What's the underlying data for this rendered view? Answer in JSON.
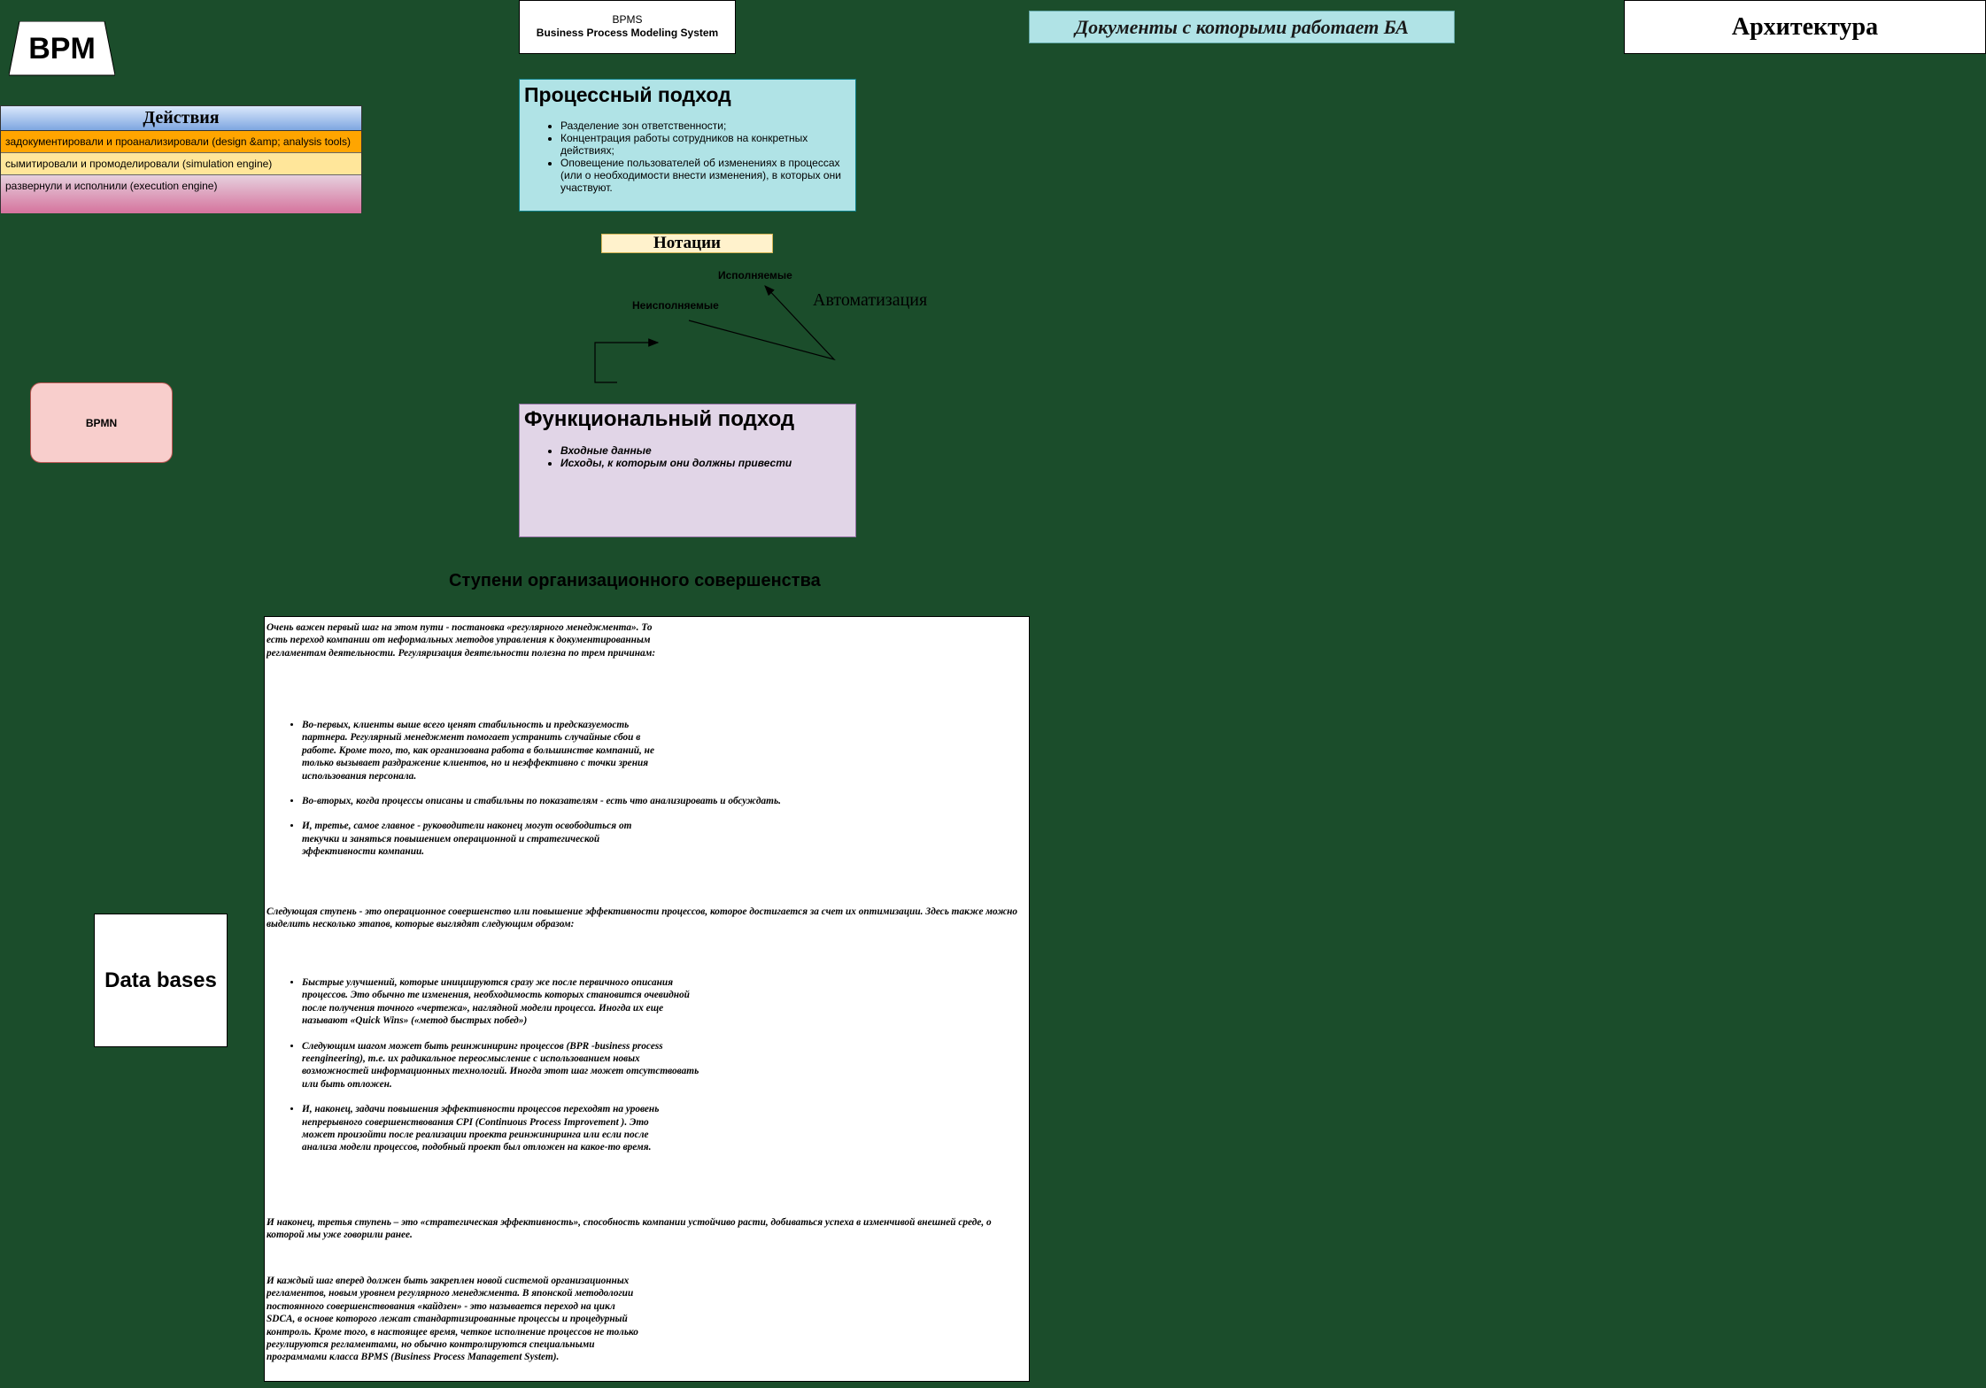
{
  "bpm": {
    "label": "BPM"
  },
  "actions": {
    "title": "Действия",
    "items": [
      "задокументировали и проанализировали (design &amp; analysis tools)",
      "сымитировали и промоделировали (simulation engine)",
      "развернули и исполнили (execution engine)"
    ]
  },
  "bpms": {
    "abbr": "BPMS",
    "full": "Business Process Modeling System"
  },
  "docs": {
    "title": "Документы с которыми работает БА"
  },
  "architecture": {
    "title": "Архитектура"
  },
  "process_approach": {
    "title": "Процессный подход",
    "bullets": [
      "Разделение зон ответственности;",
      "Концентрация работы сотрудников на конкретных действиях;",
      "Оповещение пользователей об изменениях в процессах (или о необходимости внести изменения), в которых они участвуют."
    ]
  },
  "notations": {
    "title": "Нотации",
    "executable": "Исполняемые",
    "non_executable": "Неисполняемые",
    "automation": "Автоматизация"
  },
  "bpmn": {
    "label": "BPMN"
  },
  "functional_approach": {
    "title": "Функциональный подход",
    "bullets": [
      "Входные данные",
      "Исходы, к которым они должны привести"
    ]
  },
  "steps": {
    "title": "Ступени организационного совершенства",
    "p1": "Очень важен первый шаг на этом пути - постановка «регулярного менеджмента». То есть переход компании от неформальных методов управления к документированным регламентам деятельности. Регуляризация деятельности полезна по трем причинам:",
    "list1": [
      "Во-первых, клиенты выше всего ценят стабильность и предсказуемость партнера. Регулярный менеджмент помогает устранить случайные сбои в работе. Кроме того, то, как организована работа в большинстве компаний, не только вызывает раздражение клиентов, но и неэффективно с точки зрения использования персонала.",
      "Во-вторых, когда процессы описаны и стабильны по показателям - есть что анализировать и обсуждать.",
      "И, третье, самое главное - руководители наконец могут освободиться от текучки и заняться повышением операционной и стратегической эффективности компании."
    ],
    "p2": "Следующая ступень - это операционное совершенство или повышение эффективности процессов, которое достигается за счет их оптимизации. Здесь также можно выделить несколько этапов, которые выглядят следующим образом:",
    "list2": [
      "Быстрые улучшений, которые инициируются сразу же после первичного описания процессов. Это обычно те изменения, необходимость которых становится очевидной после получения точного «чертежа», наглядной модели процесса. Иногда их еще называют «Quick Wins» («метод быстрых побед»)",
      "Следующим шагом может быть реинжиниринг процессов (BPR -business process reengineering), т.е. их радикальное переосмысление с использованием новых возможностей информационных технологий. Иногда этот шаг может отсутствовать или быть отложен.",
      "И, наконец, задачи повышения эффективности процессов переходят на уровень непрерывного совершенствования CPI (Continuous Process Improvement ). Это может произойти после реализации проекта реинжиниринга или если после анализа модели процессов, подобный проект был отложен на какое-то время."
    ],
    "p3": "И наконец, третья ступень – это «стратегическая эффективность», способность компании устойчиво расти, добиваться успеха в изменчивой внешней среде, о которой мы уже говорили ранее.",
    "p4": "И каждый шаг вперед должен быть закреплен новой системой организационных регламентов, новым уровнем регулярного менеджмента. В японской методологии постоянного совершенствования «кайдзен» - это называется переход на цикл SDCA, в основе которого лежат стандартизированные процессы и процедурный контроль. Кроме того, в настоящее время, четкое исполнение процессов не только регулируются регламентами, но обычно контролируются специальными программами класса BPMS (Business Process Management System)."
  },
  "databases": {
    "label": "Data bases"
  },
  "colors": {
    "background": "#1b4d2b",
    "process_fill": "#b0e3e6",
    "functional_fill": "#e1d5e7",
    "bpmn_fill": "#f8cecc",
    "notations_fill": "#fff2cc"
  }
}
